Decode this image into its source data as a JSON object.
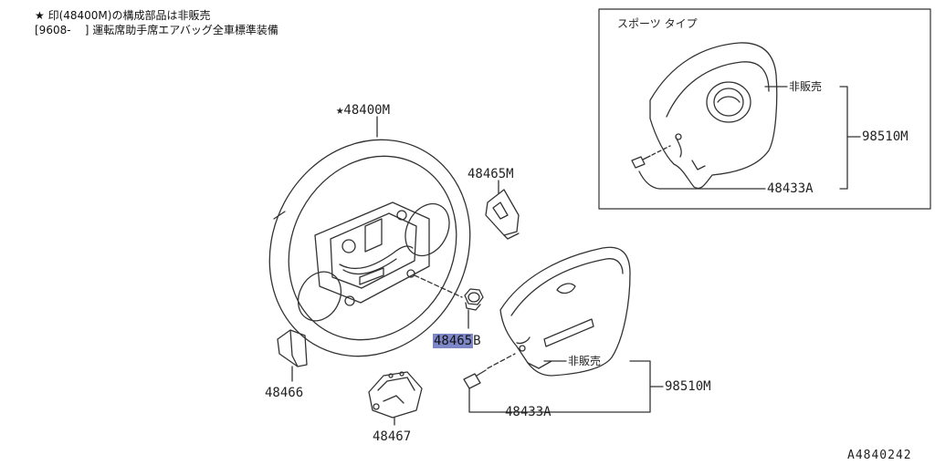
{
  "notes": {
    "line1": "★ 印(48400M)の構成部品は非販売",
    "line2": "[9608-    ] 運転席助手席エアバッグ全車標準装備"
  },
  "inset": {
    "title": "スポーツ タイプ",
    "not_for_sale": "非販売",
    "assembly": "98510M",
    "bolt": "48433A"
  },
  "parts": {
    "wheel": "★48400M",
    "cover_upper": "48465M",
    "nut_highlight": "48465",
    "nut_suffix": "B",
    "cover_left": "48466",
    "bracket": "48467",
    "not_for_sale": "非販売",
    "assembly": "98510M",
    "bolt": "48433A"
  },
  "reference": "A4840242"
}
